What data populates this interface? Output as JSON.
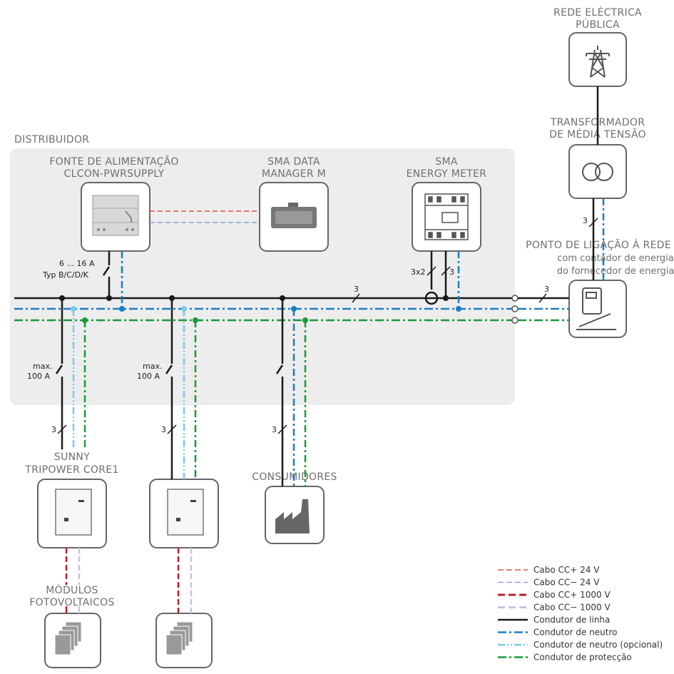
{
  "labels": {
    "grid_l1": "REDE ELÉCTRICA",
    "grid_l2": "PÚBLICA",
    "trafo_l1": "TRANSFORMADOR",
    "trafo_l2": "DE MÉDIA TENSÃO",
    "distribuidor": "DISTRIBUIDOR",
    "psu_l1": "FONTE DE ALIMENTAÇÃO",
    "psu_l2": "CLCON-PWRSUPPLY",
    "dm_l1": "SMA DATA",
    "dm_l2": "MANAGER M",
    "em_l1": "SMA",
    "em_l2": "ENERGY METER",
    "poc_l1": "PONTO DE LIGAÇÃO À REDE",
    "poc_l2": "com contador de energia",
    "poc_l3": "do fornecedor de energia",
    "breaker_psu_l1": "6 ... 16 A",
    "breaker_psu_l2": "Typ B/C/D/K",
    "inv1_l1": "SUNNY",
    "inv1_l2": "TRIPOWER CORE1",
    "consumers": "CONSUMIDORES",
    "pv_l1": "MÓDULOS",
    "pv_l2": "FOTOVOLTAICOS",
    "max": "max.",
    "amps": "100 A",
    "three": "3",
    "three_x2": "3x2"
  },
  "legend": [
    {
      "label": "Cabo CC+ 24 V",
      "color": "#d9534f",
      "style": "dash-thin"
    },
    {
      "label": "Cabo CC− 24 V",
      "color": "#8fa3d4",
      "style": "dash-thin"
    },
    {
      "label": "Cabo CC+ 1000 V",
      "color": "#b5202e",
      "style": "dash-thick"
    },
    {
      "label": "Cabo CC− 1000 V",
      "color": "#c3c6dc",
      "style": "dash-thick"
    },
    {
      "label": "Condutor de linha",
      "color": "#1a1a1a",
      "style": "solid"
    },
    {
      "label": "Condutor de neutro",
      "color": "#1a7fc1",
      "style": "dashdot"
    },
    {
      "label": "Condutor de neutro (opcional)",
      "color": "#7ccbe9",
      "style": "dashdotdot"
    },
    {
      "label": "Condutor de protecção",
      "color": "#1a9a3a",
      "style": "dashdot"
    }
  ],
  "colors": {
    "line": "#1a1a1a",
    "neutral": "#1a7fc1",
    "neutral_optional": "#7ccbe9",
    "protective": "#1a9a3a",
    "dc_plus_24": "#d9534f",
    "dc_minus_24": "#8fa3d4",
    "dc_plus_1000": "#b5202e",
    "dc_minus_1000": "#c3c6dc",
    "panel": "#ededed",
    "box_border": "#666666"
  }
}
